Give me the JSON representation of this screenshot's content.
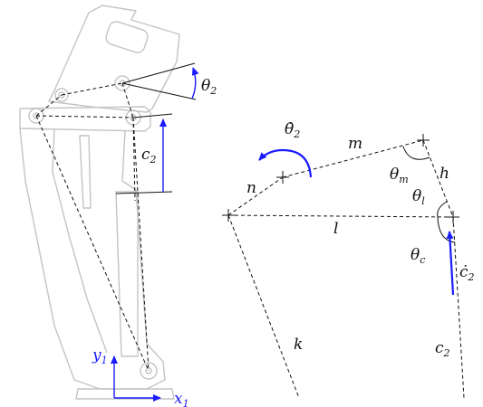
{
  "colors": {
    "accent": "#1a1aff",
    "mechanism": "#c4c4c4",
    "ink": "#111111"
  },
  "left_diagram": {
    "angle_label": {
      "main": "θ",
      "sub": "2"
    },
    "length_label": {
      "main": "c",
      "sub": "2"
    },
    "axis_y": {
      "main": "y",
      "sub": "1"
    },
    "axis_x": {
      "main": "x",
      "sub": "1"
    }
  },
  "right_diagram": {
    "rate_label": {
      "main": "θ̇",
      "sub": "2"
    },
    "m": "m",
    "n": "n",
    "h": "h",
    "l": "l",
    "k": "k",
    "theta_m": {
      "main": "θ",
      "sub": "m"
    },
    "theta_l": {
      "main": "θ",
      "sub": "l"
    },
    "theta_c": {
      "main": "θ",
      "sub": "c"
    },
    "c_dot": {
      "main": "ċ",
      "sub": "2"
    },
    "c2": {
      "main": "c",
      "sub": "2"
    }
  }
}
